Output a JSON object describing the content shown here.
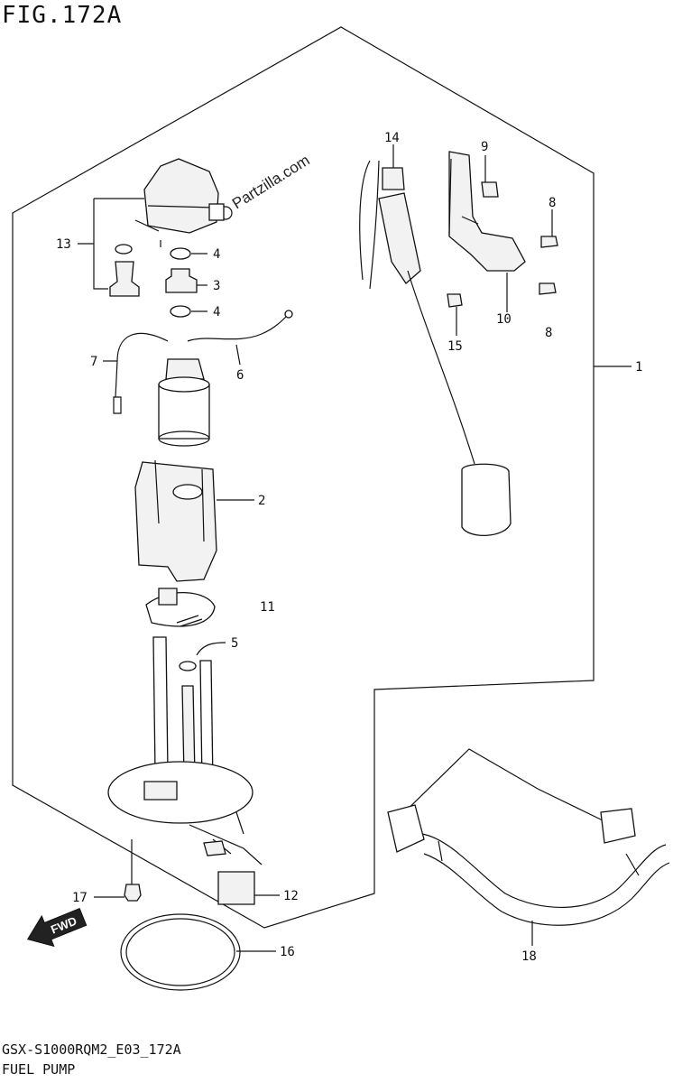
{
  "title": "FIG.172A",
  "footer": {
    "code": "GSX-S1000RQM2_E03_172A",
    "name": "FUEL PUMP"
  },
  "watermark": "Partzilla.com",
  "fwd_label": "FWD",
  "callouts": {
    "c1": "1",
    "c2": "2",
    "c3": "3",
    "c4a": "4",
    "c4b": "4",
    "c5": "5",
    "c6": "6",
    "c7": "7",
    "c8a": "8",
    "c8b": "8",
    "c9": "9",
    "c10": "10",
    "c11": "11",
    "c12": "12",
    "c13": "13",
    "c14": "14",
    "c15": "15",
    "c16": "16",
    "c17": "17",
    "c18": "18"
  }
}
